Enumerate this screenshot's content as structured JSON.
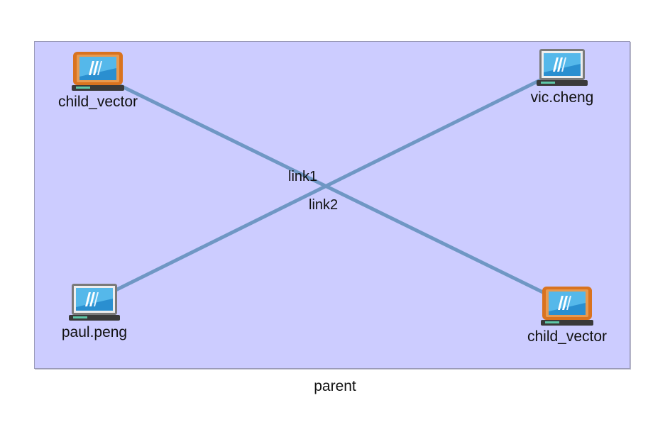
{
  "diagram": {
    "group": {
      "label": "parent",
      "fill_color": "#ccccff"
    },
    "link_color": "#6f97c4",
    "nodes": [
      {
        "id": "n1",
        "label": "child_vector",
        "icon": "laptop-icon",
        "highlighted": true,
        "frame_color": "#d9731f"
      },
      {
        "id": "n2",
        "label": "vic.cheng",
        "icon": "laptop-icon",
        "highlighted": false,
        "frame_color": "#7a7a7a"
      },
      {
        "id": "n3",
        "label": "paul.peng",
        "icon": "laptop-icon",
        "highlighted": false,
        "frame_color": "#7a7a7a"
      },
      {
        "id": "n4",
        "label": "child_vector",
        "icon": "laptop-icon",
        "highlighted": true,
        "frame_color": "#d9731f"
      }
    ],
    "links": [
      {
        "id": "l1",
        "label": "link1",
        "from": "n1",
        "to": "n4"
      },
      {
        "id": "l2",
        "label": "link2",
        "from": "n3",
        "to": "n2"
      }
    ]
  }
}
